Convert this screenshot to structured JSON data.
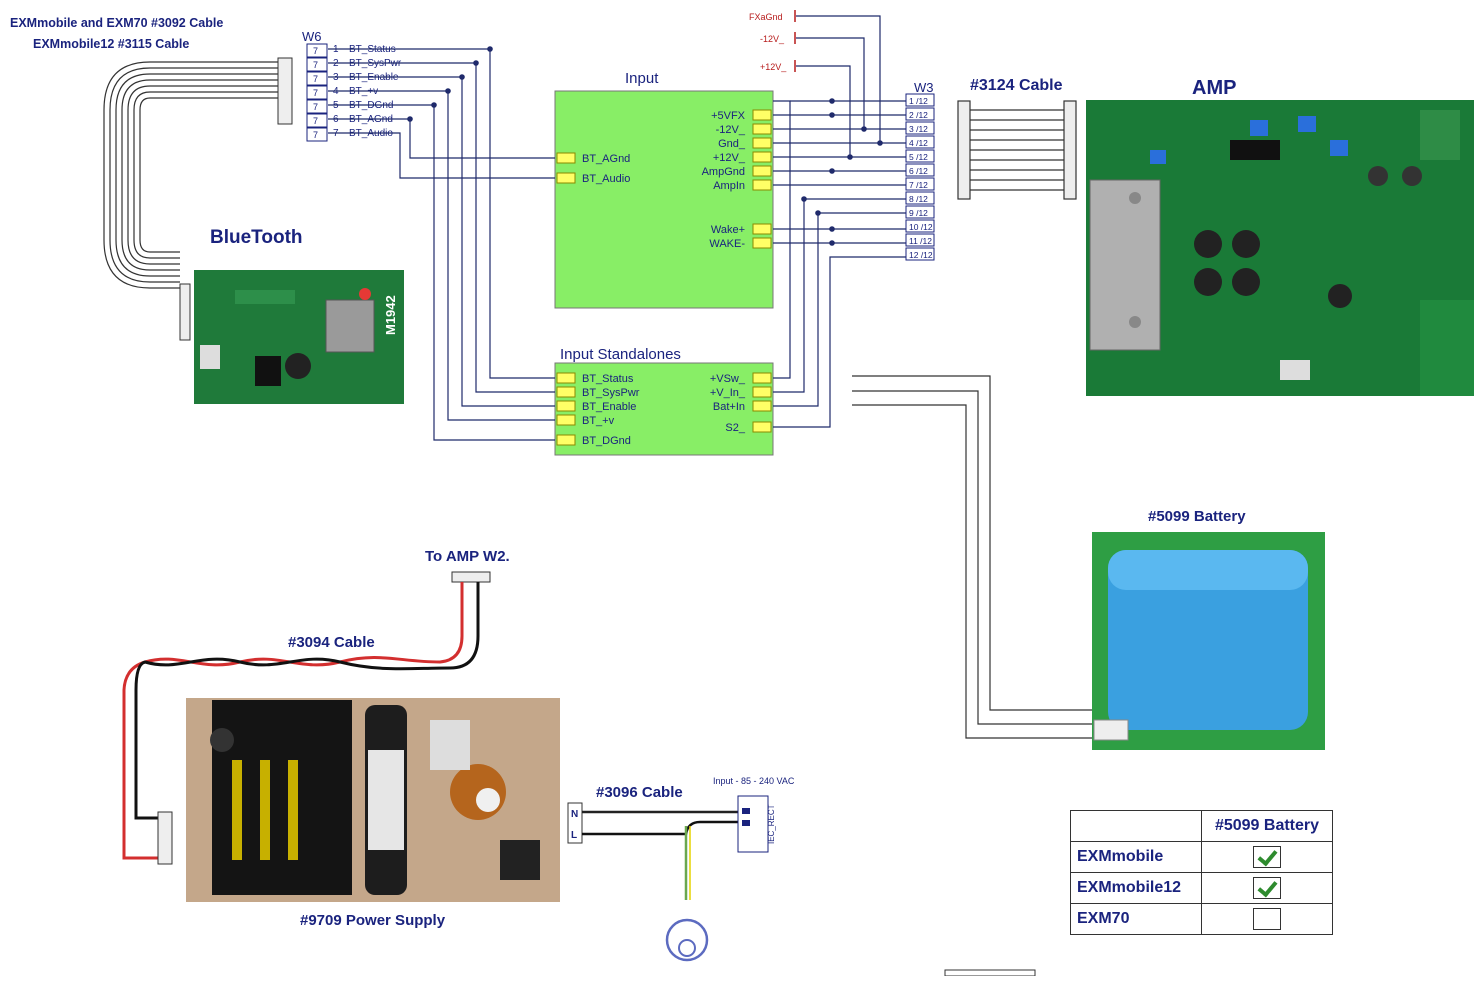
{
  "header": {
    "line1": "EXMmobile and EXM70  #3092 Cable",
    "line2": "EXMmobile12  #3115 Cable"
  },
  "w6": {
    "label": "W6",
    "pins": [
      {
        "n": "1",
        "name": "BT_Status"
      },
      {
        "n": "2",
        "name": "BT_SysPwr"
      },
      {
        "n": "3",
        "name": "BT_Enable"
      },
      {
        "n": "4",
        "name": "BT_+v"
      },
      {
        "n": "5",
        "name": "BT_DGnd"
      },
      {
        "n": "6",
        "name": "BT_AGnd"
      },
      {
        "n": "7",
        "name": "BT_Audio"
      }
    ],
    "pin_tag": "7"
  },
  "bluetooth": {
    "title": "BlueTooth",
    "chip_label": "M1942"
  },
  "input_block": {
    "title": "Input",
    "left_pins": [
      "BT_AGnd",
      "BT_Audio"
    ],
    "right_pins": [
      "+5VFX",
      "-12V_",
      "Gnd_",
      "+12V_",
      "AmpGnd",
      "AmpIn",
      "Wake+",
      "WAKE-"
    ]
  },
  "standalones_block": {
    "title": "Input Standalones",
    "left_pins": [
      "BT_Status",
      "BT_SysPwr",
      "BT_Enable",
      "BT_+v",
      "BT_DGnd"
    ],
    "right_pins": [
      "+VSw_",
      "+V_In_",
      "Bat+In",
      "S2_"
    ]
  },
  "power_rails": [
    "FXaGnd",
    "-12V_",
    "+12V_"
  ],
  "w3": {
    "label": "W3",
    "pins": [
      "1 /12",
      "2 /12",
      "3 /12",
      "4 /12",
      "5 /12",
      "6 /12",
      "7 /12",
      "8 /12",
      "9 /12",
      "10 /12",
      "11 /12",
      "12 /12"
    ]
  },
  "amp": {
    "title": "AMP",
    "cable": "#3124 Cable"
  },
  "battery": {
    "title": "#5099 Battery"
  },
  "to_amp": "To AMP W2.",
  "cable_3094": "#3094 Cable",
  "power_supply": "#9709  Power Supply",
  "cable_3096": "#3096 Cable",
  "input_vac": "Input - 85 - 240 VAC",
  "iec_label": "IEC_RECT",
  "iec_n": "N",
  "iec_l": "L",
  "compat_table": {
    "header": "#5099 Battery",
    "rows": [
      {
        "model": "EXMmobile",
        "checked": true
      },
      {
        "model": "EXMmobile12",
        "checked": true
      },
      {
        "model": "EXM70",
        "checked": false
      }
    ]
  },
  "colors": {
    "block_fill": "#88ee66",
    "pin_fill": "#ffff66",
    "wire": "#1f2a6b",
    "label": "#1a237e",
    "pcb": "#1f7a3a",
    "battery": "#3aa0e0"
  }
}
